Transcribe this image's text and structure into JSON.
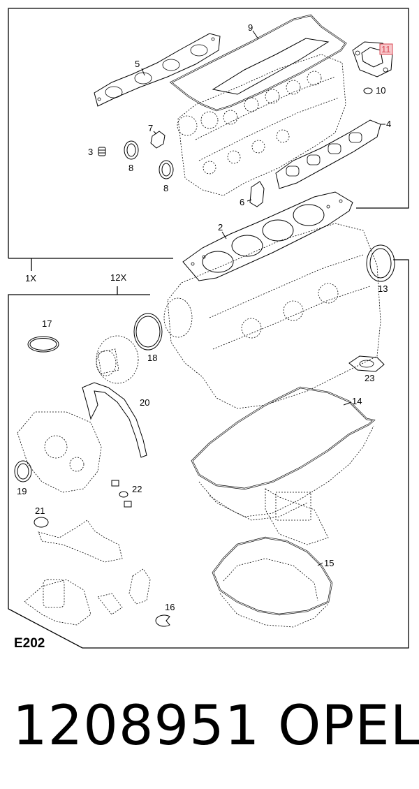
{
  "diagram": {
    "callouts": {
      "c1": "1X",
      "c2": "2",
      "c3": "3",
      "c4": "4",
      "c5": "5",
      "c6": "6",
      "c7": "7",
      "c8a": "8",
      "c8b": "8",
      "c9": "9",
      "c10": "10",
      "c11": "11",
      "c12": "12X",
      "c13": "13",
      "c14": "14",
      "c15": "15",
      "c16": "16",
      "c17": "17",
      "c18": "18",
      "c19": "19",
      "c20": "20",
      "c21": "21",
      "c22": "22",
      "c23": "23"
    },
    "reference_code": "E202",
    "highlight_color": "#f7c9cc"
  },
  "footer": {
    "part_number": "1208951",
    "brand": "OPEL"
  }
}
